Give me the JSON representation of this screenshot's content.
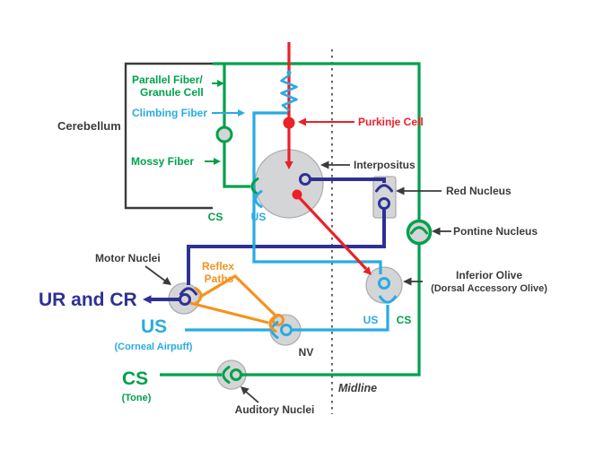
{
  "colors": {
    "green": "#00A14B",
    "cyan": "#29ABE2",
    "navy": "#2E3192",
    "red": "#EC2027",
    "orange": "#F6921E",
    "dark": "#3B3B3D",
    "gray_fill": "#D4D5D7",
    "gray_edge": "#ABADB0"
  },
  "labels": {
    "cerebellum": "Cerebellum",
    "parallel_fiber_line1": "Parallel Fiber/",
    "parallel_fiber_line2": "Granule Cell",
    "climbing_fiber": "Climbing Fiber",
    "mossy_fiber": "Mossy Fiber",
    "purkinje_cell": "Purkinje Cell",
    "interpositus": "Interpositus",
    "red_nucleus": "Red Nucleus",
    "pontine_nucleus": "Pontine Nucleus",
    "inferior_olive_line1": "Inferior Olive",
    "inferior_olive_line2": "(Dorsal Accessory Olive)",
    "motor_nuclei": "Motor Nuclei",
    "reflex_line1": "Reflex",
    "reflex_line2": "Paths",
    "ur_cr": "UR and CR",
    "us_big": "US",
    "us_sub": "(Corneal Airpuff)",
    "cs_big": "CS",
    "cs_sub": "(Tone)",
    "nv": "NV",
    "auditory_nuclei": "Auditory Nuclei",
    "midline": "Midline",
    "cs_small_cerebellum": "CS",
    "us_small_cerebellum": "US",
    "us_small_olive": "US",
    "cs_small_olive": "CS"
  }
}
